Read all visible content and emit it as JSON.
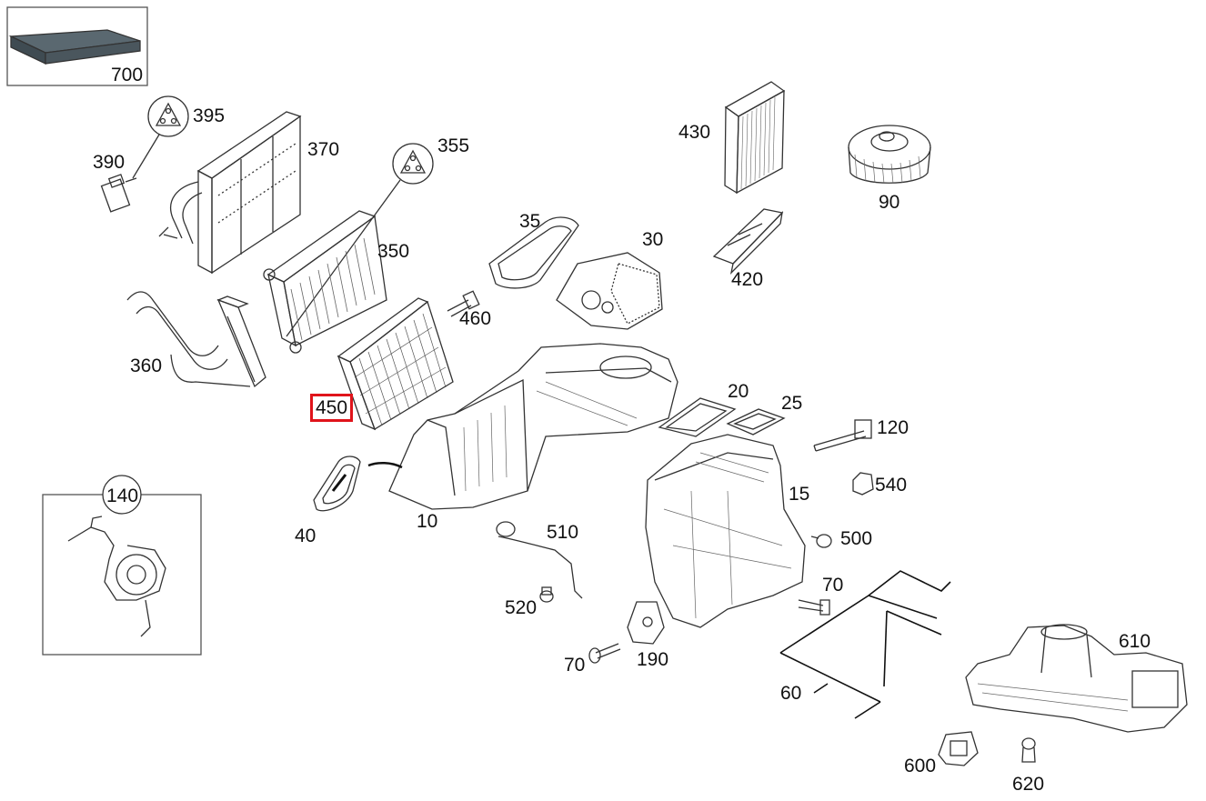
{
  "highlight_color": "#e0141b",
  "parts": [
    {
      "id": "p700",
      "label": "700"
    },
    {
      "id": "p395",
      "label": "395"
    },
    {
      "id": "p390",
      "label": "390"
    },
    {
      "id": "p370",
      "label": "370"
    },
    {
      "id": "p355",
      "label": "355"
    },
    {
      "id": "p350",
      "label": "350"
    },
    {
      "id": "p360",
      "label": "360"
    },
    {
      "id": "p450",
      "label": "450",
      "highlighted": true
    },
    {
      "id": "p460",
      "label": "460"
    },
    {
      "id": "p35",
      "label": "35"
    },
    {
      "id": "p30",
      "label": "30"
    },
    {
      "id": "p430",
      "label": "430"
    },
    {
      "id": "p90",
      "label": "90"
    },
    {
      "id": "p420",
      "label": "420"
    },
    {
      "id": "p20",
      "label": "20"
    },
    {
      "id": "p25",
      "label": "25"
    },
    {
      "id": "p120",
      "label": "120"
    },
    {
      "id": "p540",
      "label": "540"
    },
    {
      "id": "p15",
      "label": "15"
    },
    {
      "id": "p500",
      "label": "500"
    },
    {
      "id": "p140",
      "label": "140"
    },
    {
      "id": "p40",
      "label": "40"
    },
    {
      "id": "p10",
      "label": "10"
    },
    {
      "id": "p510",
      "label": "510"
    },
    {
      "id": "p520",
      "label": "520"
    },
    {
      "id": "p70a",
      "label": "70"
    },
    {
      "id": "p70b",
      "label": "70"
    },
    {
      "id": "p190",
      "label": "190"
    },
    {
      "id": "p60",
      "label": "60"
    },
    {
      "id": "p610",
      "label": "610"
    },
    {
      "id": "p600",
      "label": "600"
    },
    {
      "id": "p620",
      "label": "620"
    }
  ]
}
